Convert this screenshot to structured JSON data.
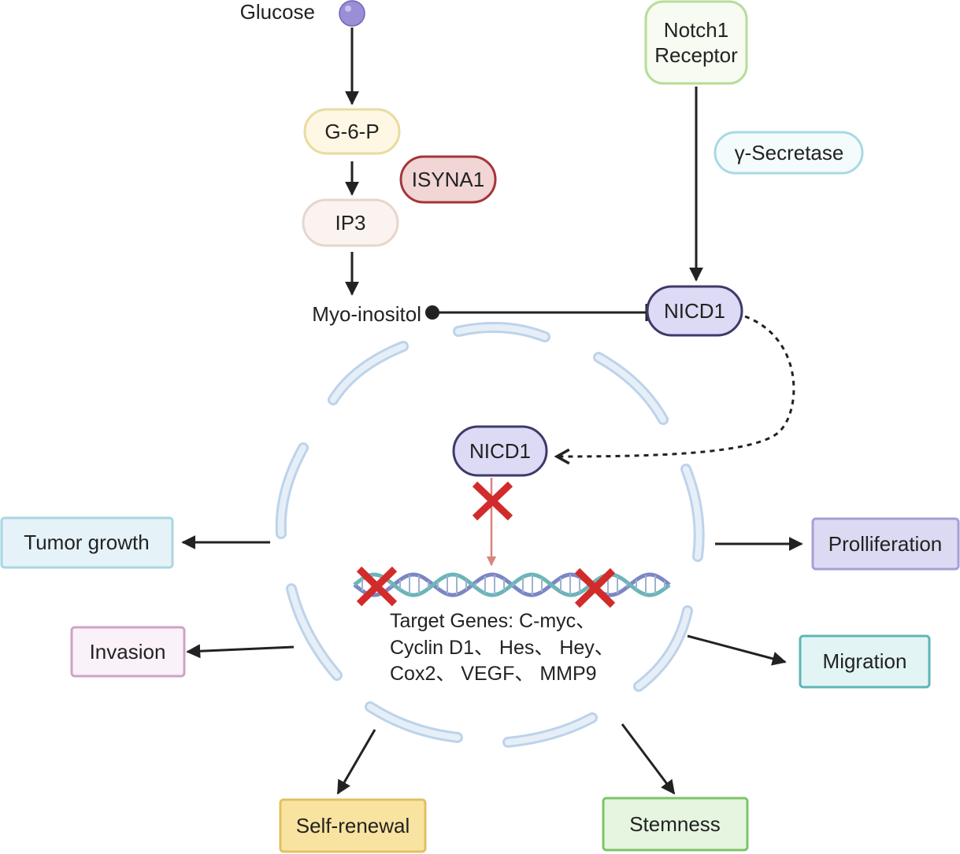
{
  "pathway": {
    "glucose": "Glucose",
    "g6p": "G-6-P",
    "isyna1": "ISYNA1",
    "ip3": "IP3",
    "myo_inositol": "Myo-inositol"
  },
  "notch": {
    "receptor_line1": "Notch1",
    "receptor_line2": "Receptor",
    "secretase": "γ-Secretase",
    "nicd1_cytoplasm": "NICD1",
    "nicd1_nucleus": "NICD1"
  },
  "target_genes": [
    "Target Genes: C-myc、",
    "Cyclin D1、 Hes、 Hey、",
    "Cox2、 VEGF、 MMP9"
  ],
  "outcomes": {
    "tumor_growth": "Tumor growth",
    "invasion": "Invasion",
    "self_renewal": "Self-renewal",
    "stemness": "Stemness",
    "proliferation": "Prolliferation",
    "migration": "Migration"
  },
  "colors": {
    "glucose_dot": "#9a8fd6",
    "g6p_fill": "#fdf7e3",
    "g6p_stroke": "#e8dca0",
    "isyna1_fill": "#f2d5d5",
    "isyna1_stroke": "#a3353a",
    "ip3_fill": "#fbf3ef",
    "ip3_stroke": "#e6d6cc",
    "notch_fill": "#f7fbf1",
    "notch_stroke": "#b5dd9a",
    "secretase_fill": "#f4fbfc",
    "secretase_stroke": "#a8d9e2",
    "nicd_fill": "#dcdaf4",
    "nicd_stroke": "#3d3a6b",
    "membrane_fill": "#e6eff8",
    "membrane_stroke": "#bcd3ea",
    "dna_a": "#7b86c4",
    "dna_b": "#6bb5b8",
    "inhibit_x": "#d22b2b",
    "blocked_arrow": "#d9847d",
    "tumor_fill": "#e5f3f8",
    "tumor_stroke": "#a9d6e4",
    "invasion_fill": "#fbf1f8",
    "invasion_stroke": "#cfa2c8",
    "selfrenew_fill": "#f9e3a0",
    "selfrenew_stroke": "#e1c062",
    "stemness_fill": "#e6f5e0",
    "stemness_stroke": "#7cc46a",
    "prolif_fill": "#dcdaf2",
    "prolif_stroke": "#a59fd6",
    "migration_fill": "#e3f4f5",
    "migration_stroke": "#5fb6b6"
  }
}
